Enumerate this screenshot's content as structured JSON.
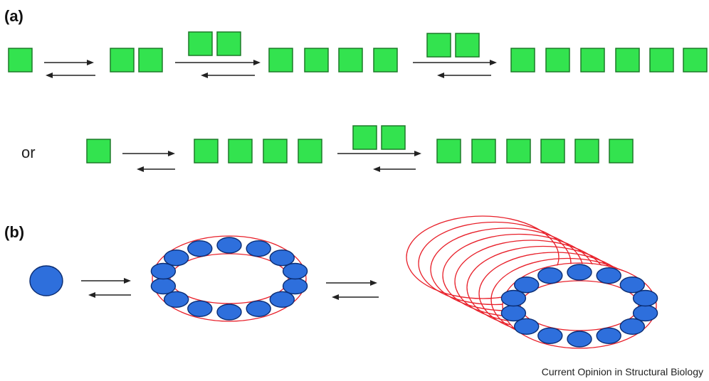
{
  "panel_a": {
    "label": "(a)",
    "alt_path_word": "or"
  },
  "panel_b": {
    "label": "(b)"
  },
  "credit": "Current Opinion in Structural Biology",
  "colors": {
    "monomer_square": "#33e34f",
    "bead": "#2e6fdc",
    "ring": "#e8202a"
  }
}
